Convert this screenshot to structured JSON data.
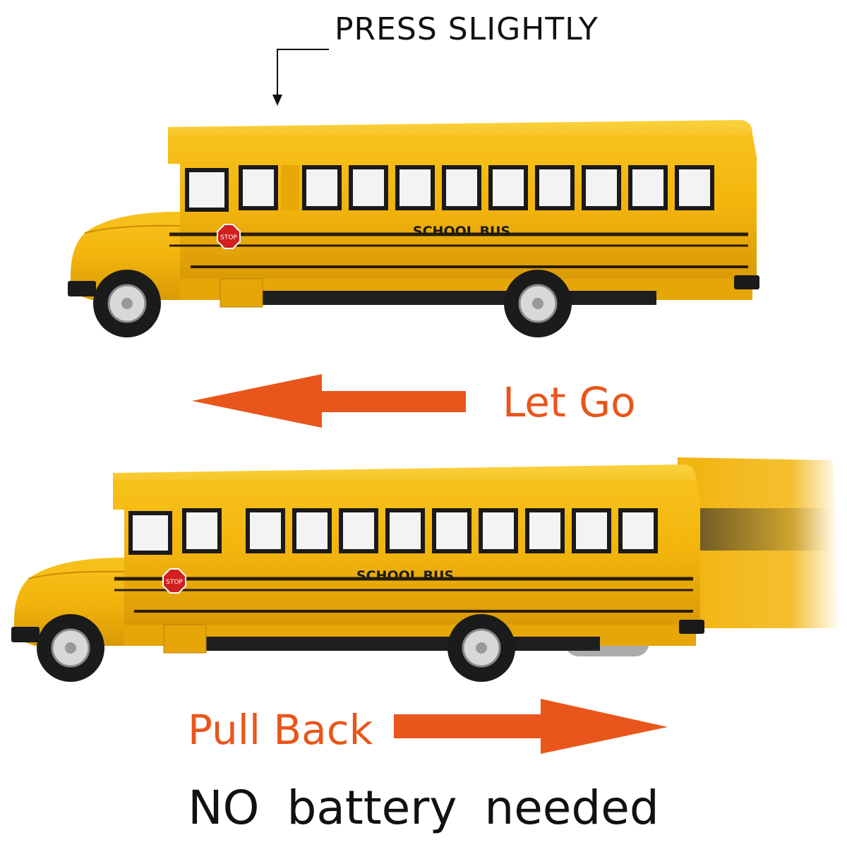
{
  "callout": {
    "label": "PRESS SLIGHTLY"
  },
  "bus_top": {
    "side_label": "SCHOOL BUS",
    "stop_sign": "STOP"
  },
  "bus_bottom": {
    "side_label": "SCHOOL BUS",
    "stop_sign": "STOP"
  },
  "instructions": {
    "let_go": "Let Go",
    "pull_back": "Pull Back"
  },
  "caption": "NO  battery  needed",
  "colors": {
    "arrow": "#e8561c",
    "bus_yellow": "#f2b40c",
    "bus_shadow": "#c98d05",
    "window_frame": "#1a1a1a"
  },
  "icons": {
    "arrow_left": "arrow-left-icon",
    "arrow_right": "arrow-right-icon",
    "callout_arrow": "arrow-down-icon"
  }
}
